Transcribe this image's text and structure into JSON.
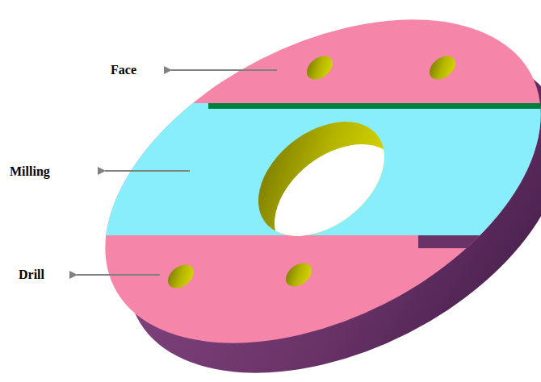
{
  "diagram": {
    "labels": [
      "Face",
      "Milling",
      "Drill"
    ]
  }
}
